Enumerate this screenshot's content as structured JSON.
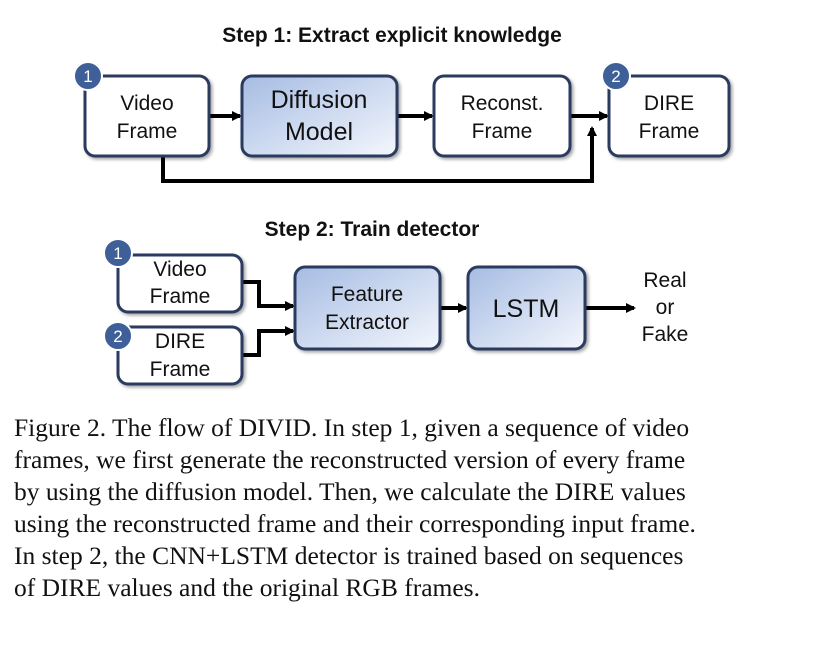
{
  "step1": {
    "title": "Step 1: Extract explicit knowledge",
    "video_frame": [
      "Video",
      "Frame"
    ],
    "diffusion_model": [
      "Diffusion",
      "Model"
    ],
    "reconst_frame": [
      "Reconst.",
      "Frame"
    ],
    "dire_frame": [
      "DIRE",
      "Frame"
    ],
    "badge_1": "1",
    "badge_2": "2"
  },
  "step2": {
    "title": "Step 2: Train detector",
    "video_frame": [
      "Video",
      "Frame"
    ],
    "dire_frame": [
      "DIRE",
      "Frame"
    ],
    "feature_extractor": [
      "Feature",
      "Extractor"
    ],
    "lstm": "LSTM",
    "output": [
      "Real",
      "or",
      "Fake"
    ],
    "badge_1": "1",
    "badge_2": "2"
  },
  "caption": [
    "Figure 2. The flow of DIVID. In step 1, given a sequence of video",
    "frames, we first generate the reconstructed version of every frame",
    "by using the diffusion model. Then, we calculate the DIRE values",
    "using the reconstructed frame and their corresponding input frame.",
    "In step 2, the CNN+LSTM detector is trained based on sequences",
    "of DIRE values and the original RGB frames."
  ],
  "colors": {
    "box_border": "#2b3a5e",
    "badge_fill": "#3f5f99",
    "model_fill_light": "#ffffff",
    "model_fill_dark": "#a9bee4",
    "arrow": "#000000"
  }
}
